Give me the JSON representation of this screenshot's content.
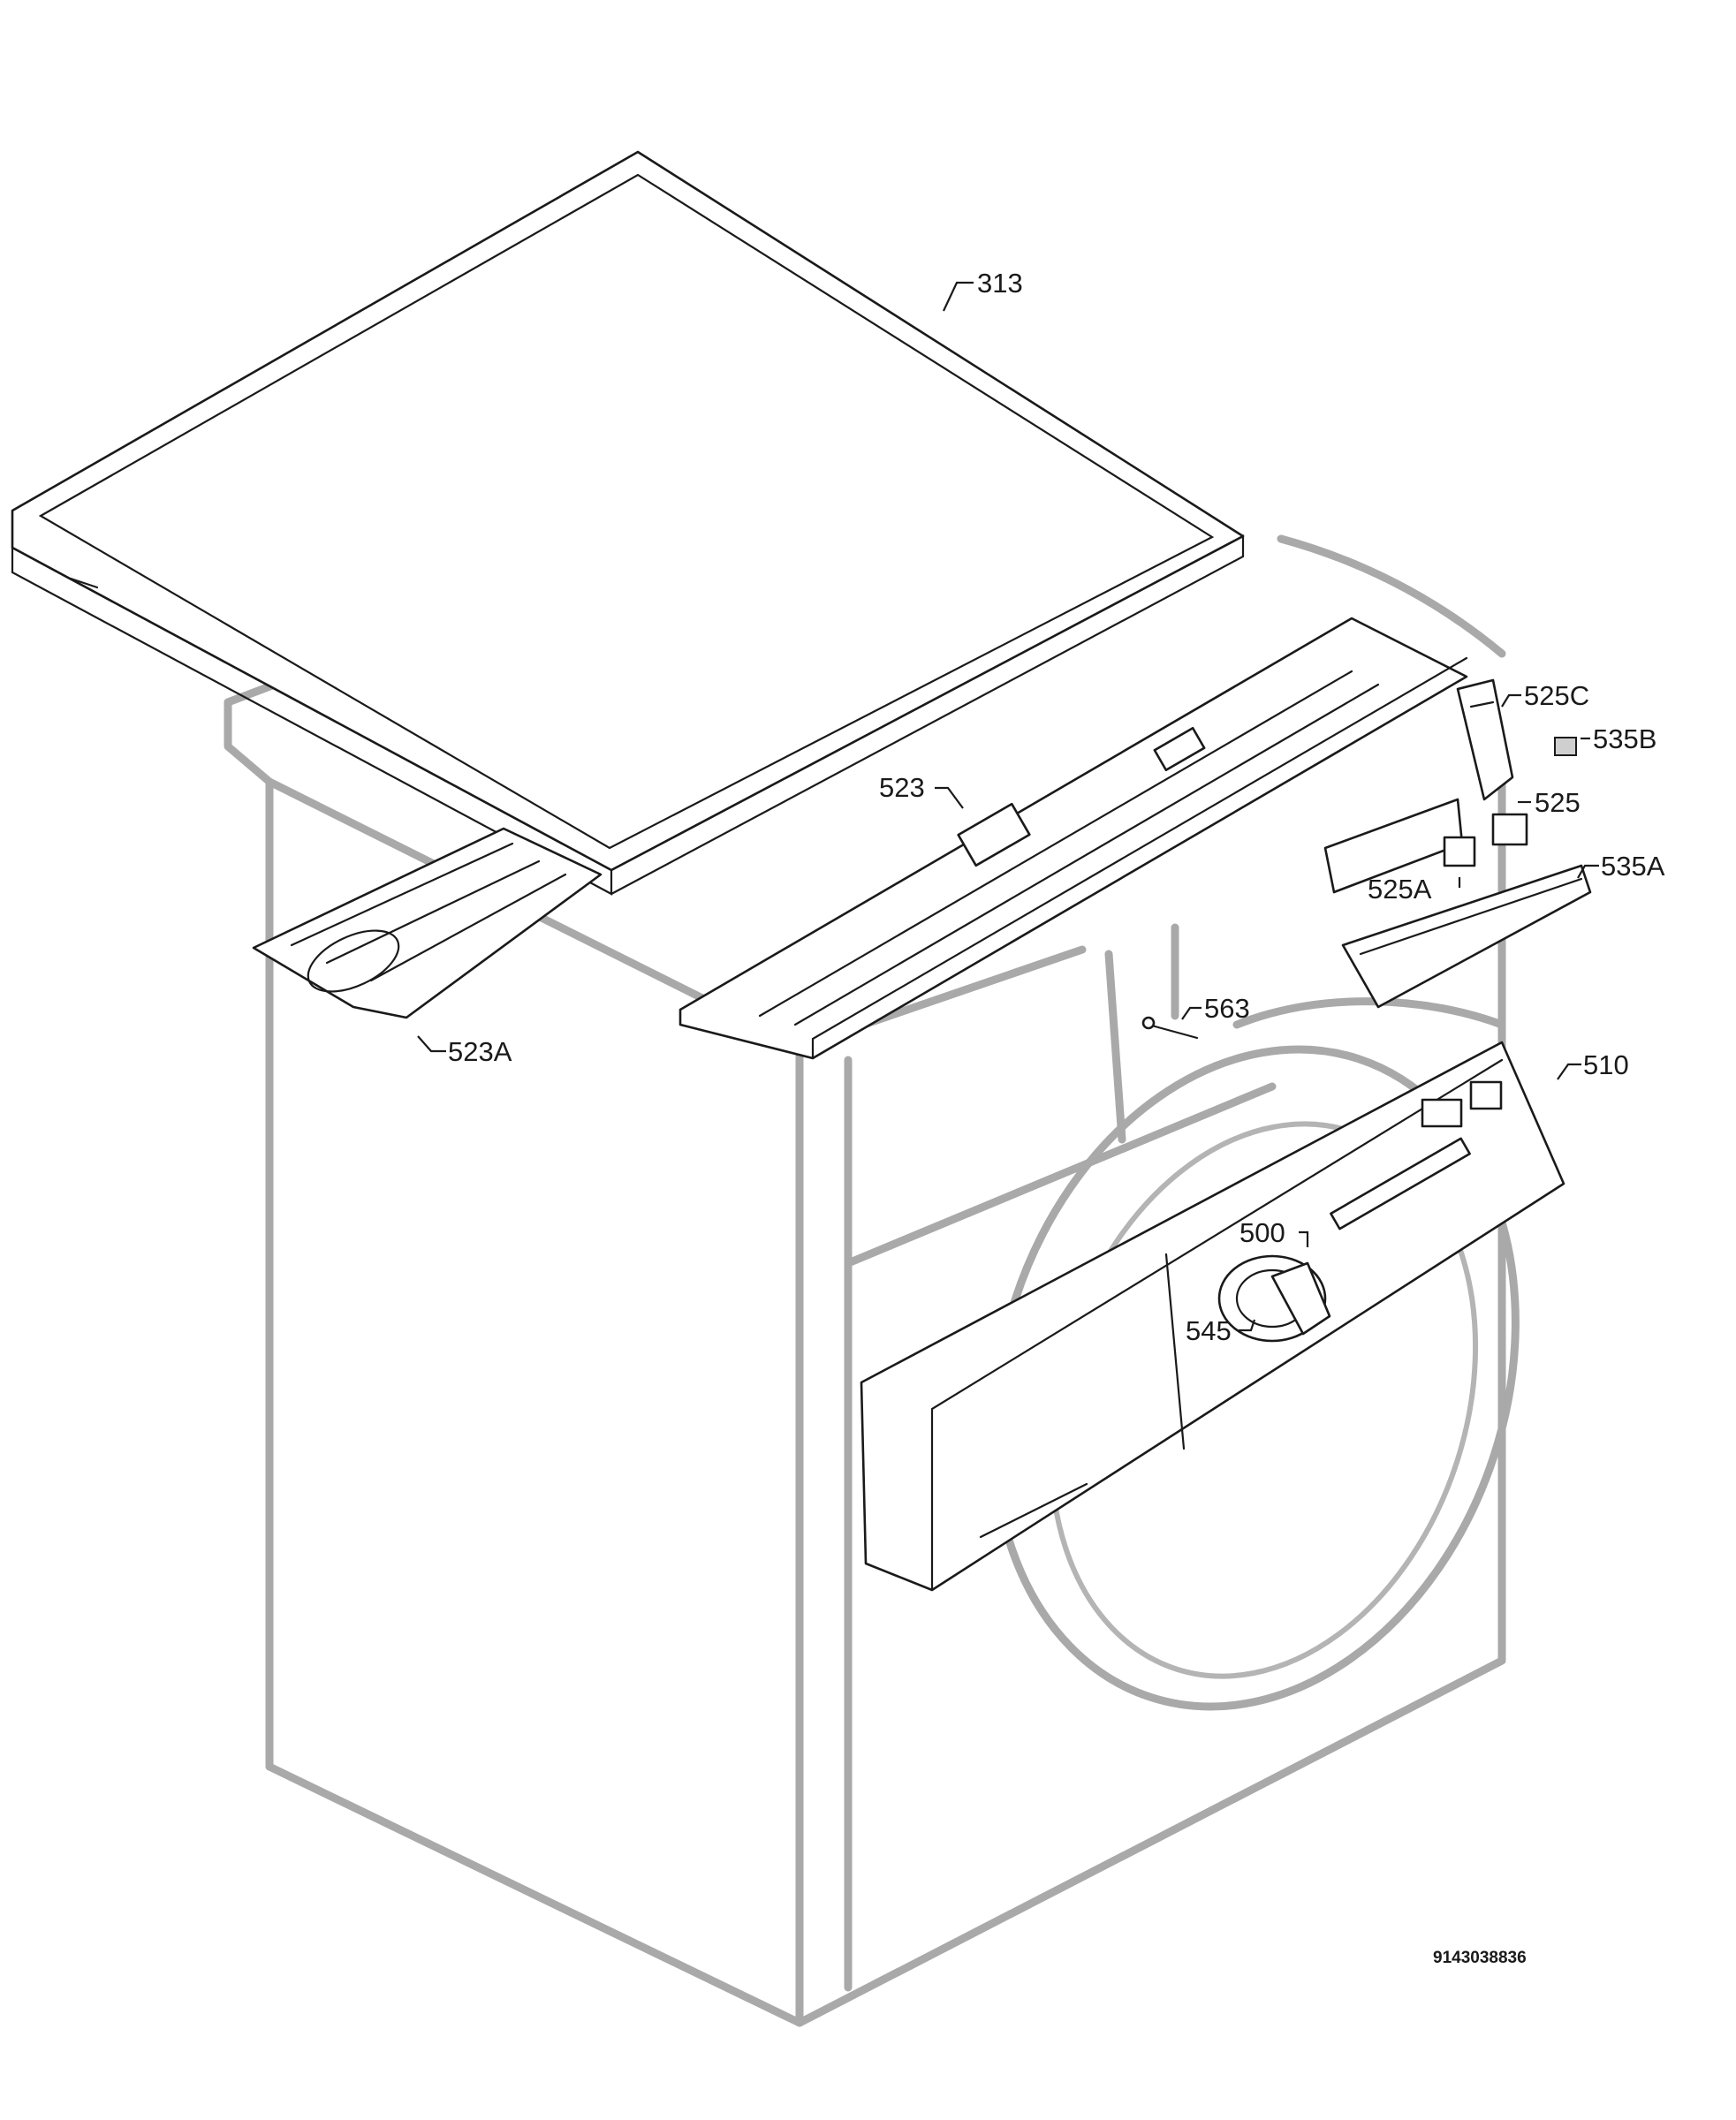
{
  "callouts": {
    "c313": "313",
    "c525c": "525C",
    "c535b": "535B",
    "c523": "523",
    "c525": "525",
    "c535a": "535A",
    "c525a": "525A",
    "c563": "563",
    "c523a": "523A",
    "c510": "510",
    "c500": "500",
    "c545": "545"
  },
  "document_number": "9143038836"
}
